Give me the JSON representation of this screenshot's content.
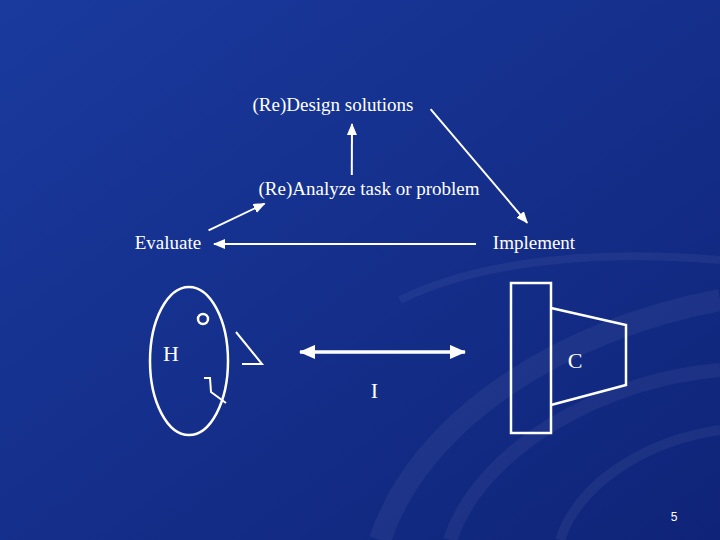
{
  "diagram": {
    "nodes": [
      {
        "text": [
          "(Re)Design solutions"
        ]
      },
      {
        "text": [
          "(Re)Analyze task or problem"
        ]
      },
      {
        "text": [
          "Evaluate"
        ]
      },
      {
        "text": [
          "Implement"
        ]
      },
      {
        "text": [
          "H"
        ]
      },
      {
        "text": [
          "C"
        ]
      }
    ],
    "edges": [
      {
        "from": 1,
        "to": 0,
        "arrow": "to"
      },
      {
        "from": 0,
        "to": 3,
        "arrow": "to"
      },
      {
        "from": 3,
        "to": 2,
        "arrow": "to"
      },
      {
        "from": 2,
        "to": 1,
        "arrow": "to"
      },
      {
        "from": 4,
        "to": 5,
        "arrow": "both",
        "label": "I"
      }
    ],
    "labels": [
      "5"
    ]
  }
}
